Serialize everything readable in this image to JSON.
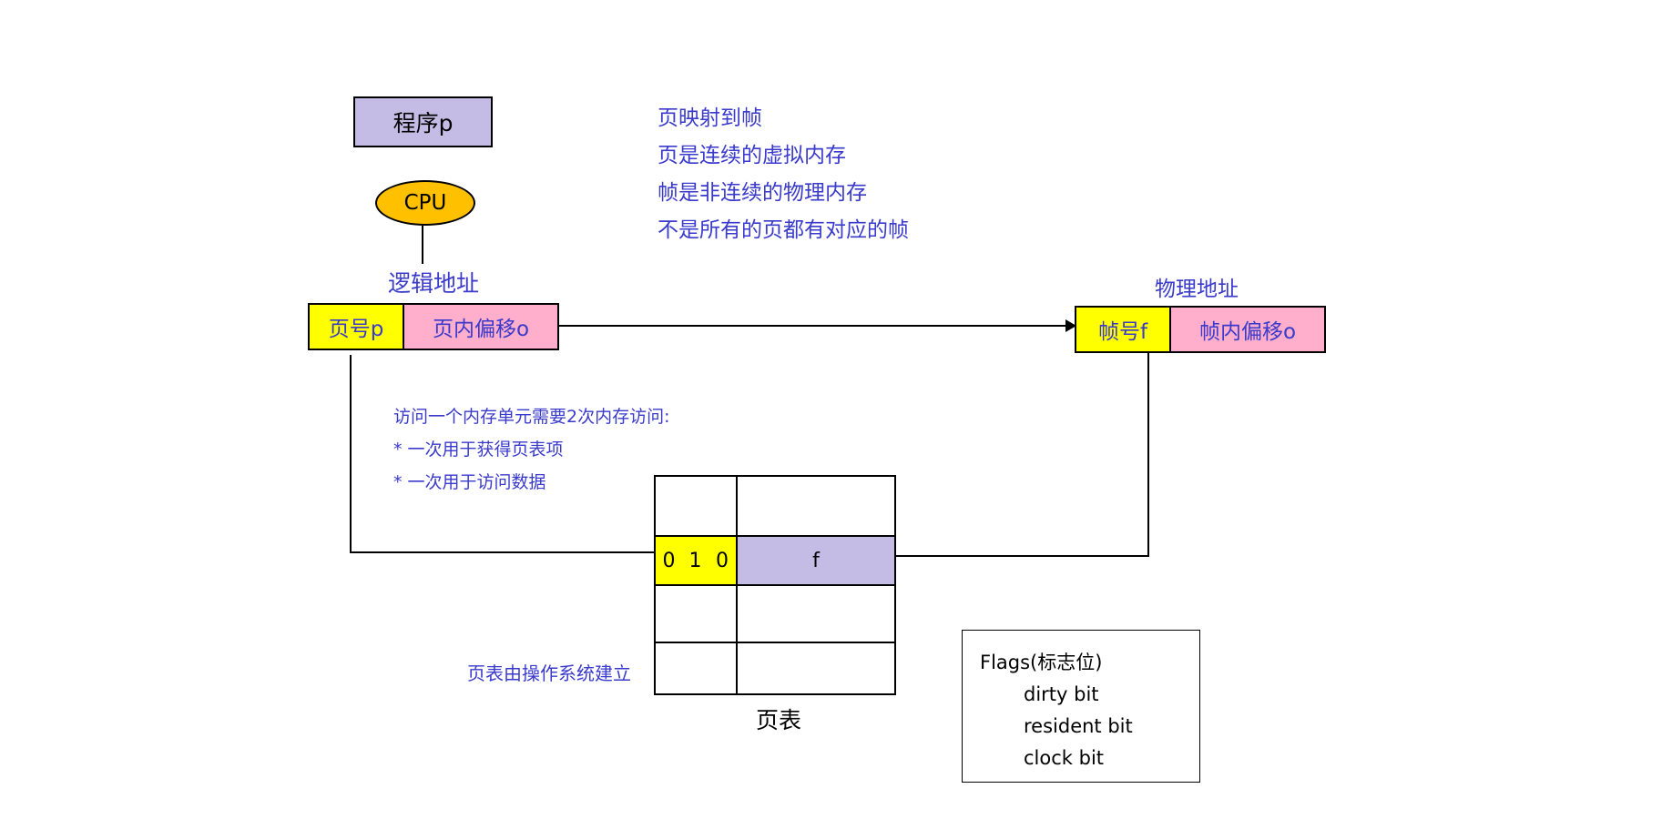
{
  "program": {
    "label": "程序p"
  },
  "cpu": {
    "label": "CPU"
  },
  "notes": [
    "页映射到帧",
    "页是连续的虚拟内存",
    "帧是非连续的物理内存",
    "不是所有的页都有对应的帧"
  ],
  "logical_address": {
    "title": "逻辑地址",
    "page_number": "页号p",
    "offset": "页内偏移o"
  },
  "physical_address": {
    "title": "物理地址",
    "frame_number": "帧号f",
    "offset": "帧内偏移o"
  },
  "memory_access": {
    "heading": "访问一个内存单元需要2次内存访问:",
    "items": [
      "* 一次用于获得页表项",
      "* 一次用于访问数据"
    ]
  },
  "page_table": {
    "caption": "页表",
    "note": "页表由操作系统建立",
    "entry_flags": [
      "0",
      "1",
      "0"
    ],
    "entry_frame": "f"
  },
  "flags": {
    "title": "Flags(标志位)",
    "items": [
      "dirty bit",
      "resident bit",
      "clock bit"
    ]
  },
  "colors": {
    "program_fill": "#c5bce6",
    "cpu_fill": "#ffc000",
    "page_number_fill": "#ffff00",
    "offset_fill": "#ffaecb",
    "annotation_text": "#3a3acc"
  }
}
